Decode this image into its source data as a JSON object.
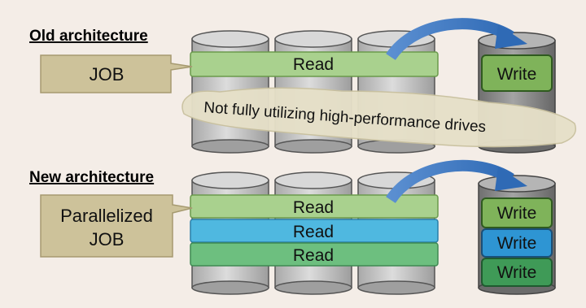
{
  "old_section": {
    "heading": "Old architecture",
    "job_label": "JOB",
    "read_label": "Read",
    "write_label": "Write",
    "note": "Not fully utilizing high-performance drives"
  },
  "new_section": {
    "heading": "New architecture",
    "job_label_line1": "Parallelized",
    "job_label_line2": "JOB",
    "read_labels": [
      "Read",
      "Read",
      "Read"
    ],
    "write_labels": [
      "Write",
      "Write",
      "Write"
    ]
  },
  "colors": {
    "background": "#f4ede7",
    "drum_body": "#c8c8c8",
    "drum_dark": "#8a8a8a",
    "read_green": "#a9d18e",
    "read_blue": "#4fb8e0",
    "read_green_dark": "#6dbf7f",
    "write_green": "#7fb35a",
    "write_blue": "#2e95d3",
    "write_green_dark": "#3f9a57",
    "job_box": "#cdc29a",
    "note_cloud": "#e6e0c8",
    "arrow": "#4a7fc0"
  }
}
